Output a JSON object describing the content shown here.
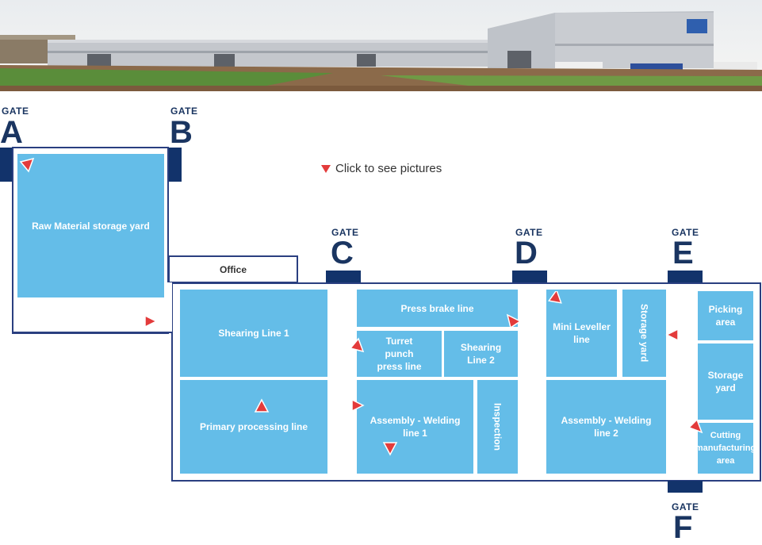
{
  "hint": {
    "text": "Click to see pictures"
  },
  "gates": {
    "a": {
      "small": "GATE",
      "letter": "A"
    },
    "b": {
      "small": "GATE",
      "letter": "B"
    },
    "c": {
      "small": "GATE",
      "letter": "C"
    },
    "d": {
      "small": "GATE",
      "letter": "D"
    },
    "e": {
      "small": "GATE",
      "letter": "E"
    },
    "f": {
      "small": "GATE",
      "letter": "F"
    }
  },
  "areas": {
    "raw_material": "Raw Material storage yard",
    "office": "Office",
    "shearing1": "Shearing Line 1",
    "primary": "Primary processing line",
    "press_brake": "Press brake line",
    "turret": "Turret punch press line",
    "shearing2": "Shearing Line 2",
    "assembly1": "Assembly - Welding line 1",
    "inspection": "Inspection",
    "mini_leveller": "Mini Leveller line",
    "storage_yard_v": "Storage yard",
    "assembly2": "Assembly - Welding line 2",
    "picking": "Picking area",
    "storage_yard": "Storage yard",
    "cutting": "Cutting manufacturing area"
  },
  "colors": {
    "area": "#64bde8",
    "gate": "#12336b",
    "marker": "#e33b3b",
    "outline": "#2a3f80"
  },
  "icons": {
    "marker": "red-triangle-marker-icon"
  }
}
